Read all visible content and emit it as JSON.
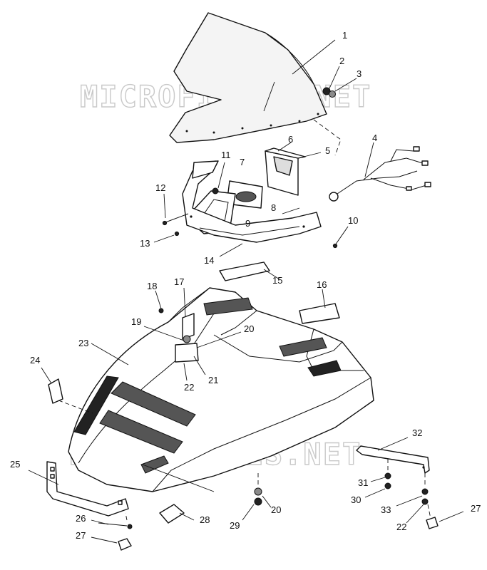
{
  "watermark": "MICROFICHES.NET",
  "callouts": [
    "1",
    "2",
    "3",
    "4",
    "5",
    "6",
    "7",
    "8",
    "9",
    "10",
    "11",
    "12",
    "13",
    "14",
    "15",
    "16",
    "17",
    "18",
    "19",
    "20",
    "20",
    "21",
    "22",
    "22",
    "23",
    "24",
    "25",
    "26",
    "27",
    "27",
    "28",
    "29",
    "30",
    "31",
    "32",
    "33"
  ]
}
